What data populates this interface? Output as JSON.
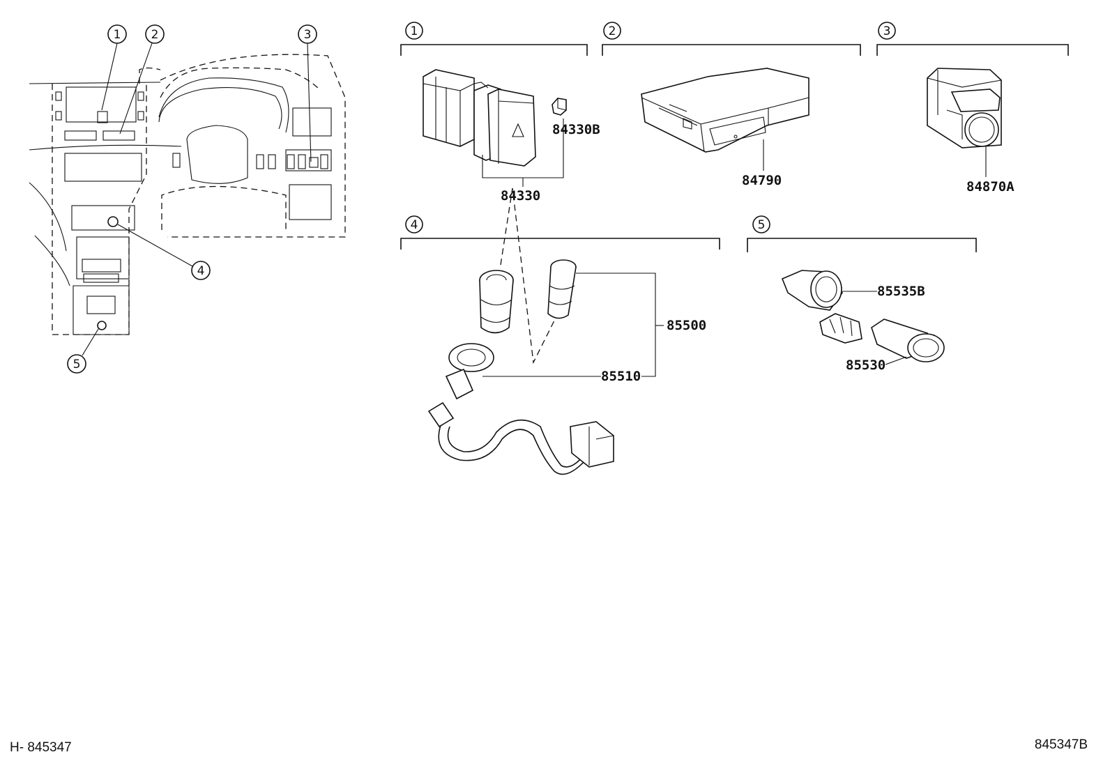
{
  "overview_callouts": [
    "1",
    "2",
    "3",
    "4",
    "5"
  ],
  "sections": [
    {
      "number": "1",
      "parts": [
        "84330B",
        "84330"
      ]
    },
    {
      "number": "2",
      "parts": [
        "84790"
      ]
    },
    {
      "number": "3",
      "parts": [
        "84870A"
      ]
    },
    {
      "number": "4",
      "parts": [
        "85500",
        "85510"
      ]
    },
    {
      "number": "5",
      "parts": [
        "85535B",
        "85530"
      ]
    }
  ],
  "footer": {
    "left_code": "H- 845347",
    "right_code": "845347B"
  }
}
